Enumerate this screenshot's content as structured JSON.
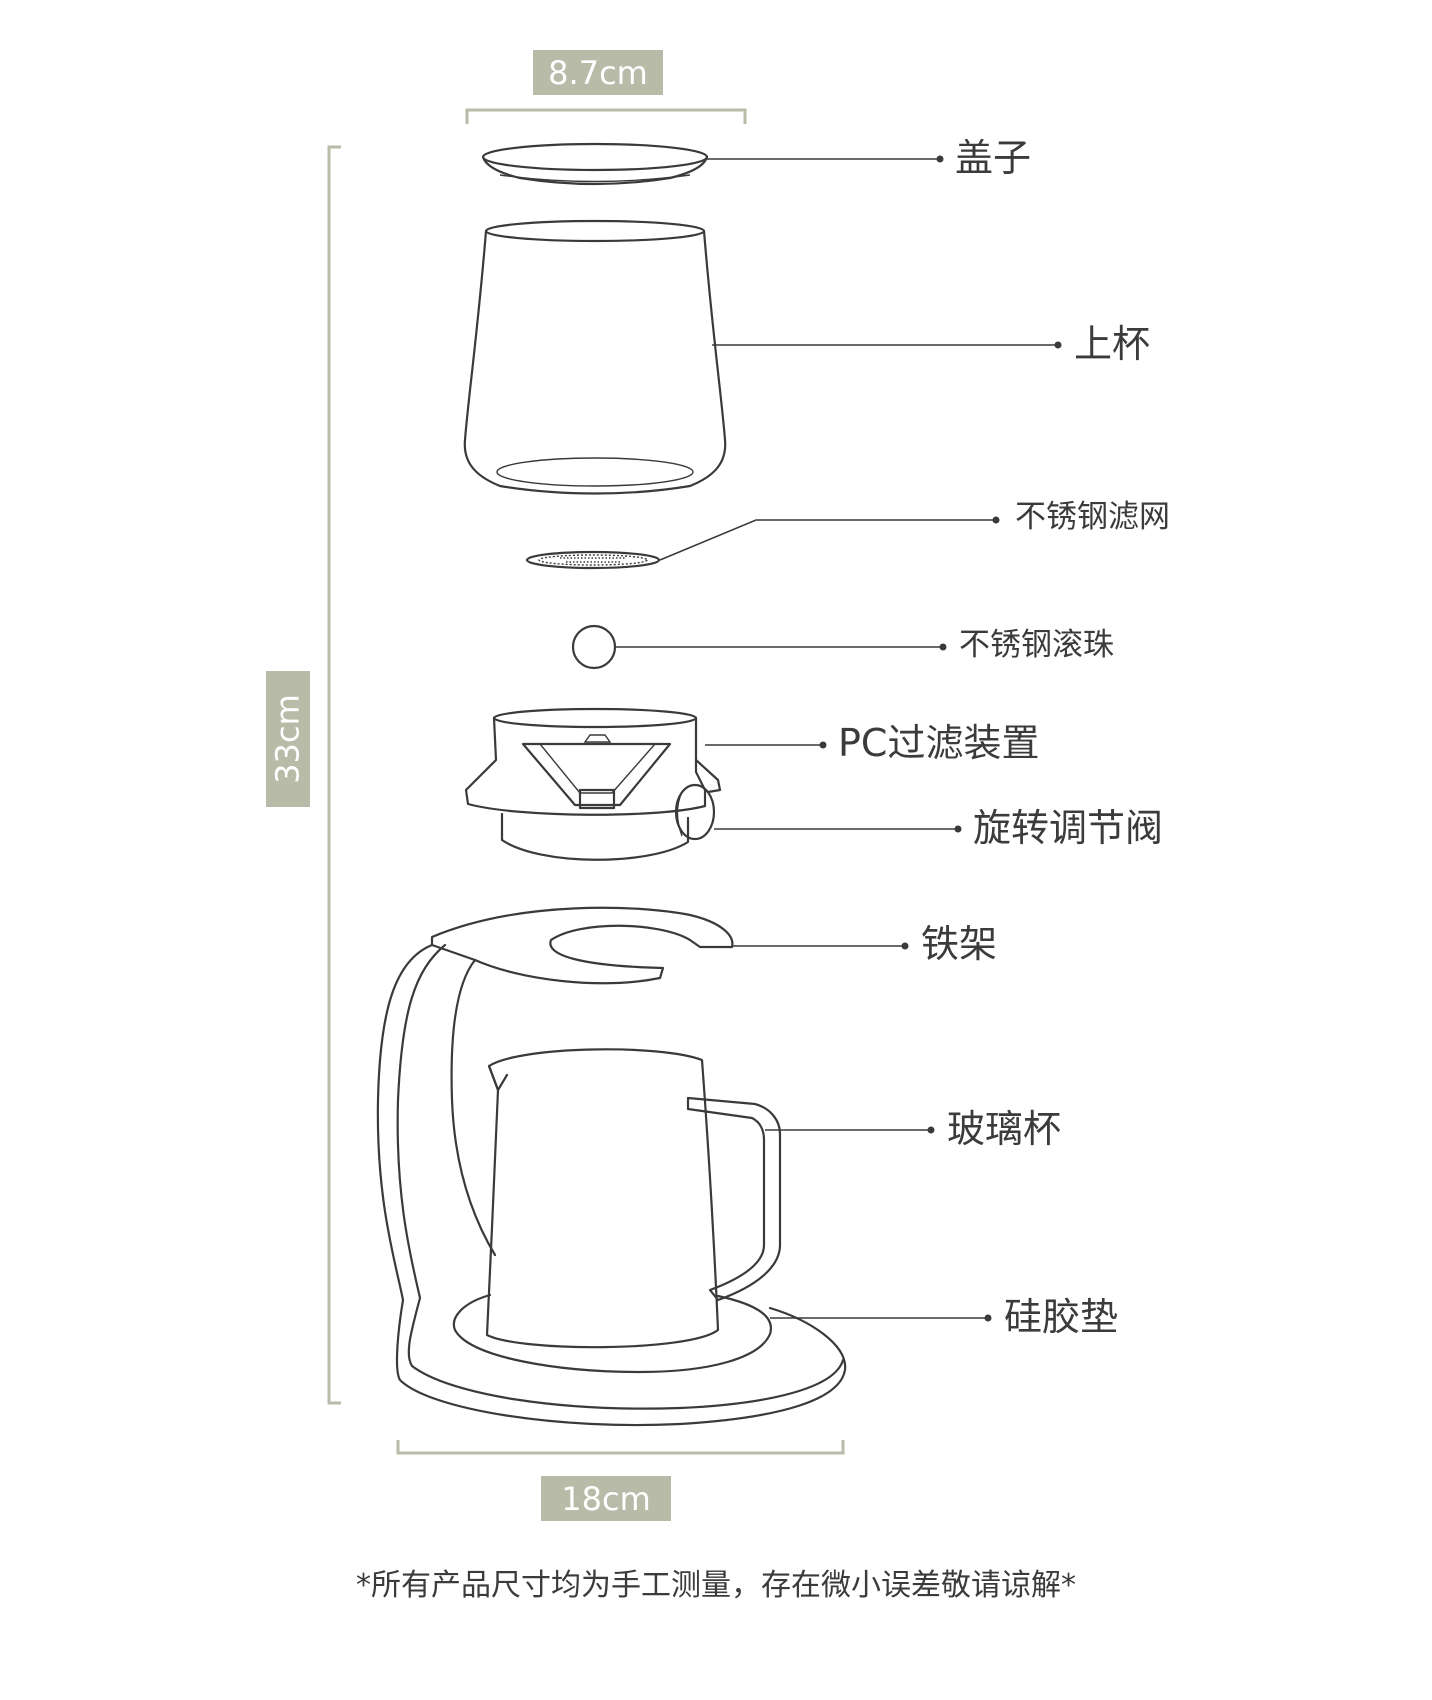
{
  "dimensions": {
    "top_width": "8.7cm",
    "bottom_width": "18cm",
    "height": "33cm"
  },
  "parts": {
    "lid": "盖子",
    "upper_cup": "上杯",
    "steel_filter": "不锈钢滤网",
    "steel_ball": "不锈钢滚珠",
    "pc_filter": "PC过滤装置",
    "valve": "旋转调节阀",
    "iron_stand": "铁架",
    "glass_cup": "玻璃杯",
    "silicone_pad": "硅胶垫"
  },
  "footnote": "*所有产品尺寸均为手工测量，存在微小误差敬请谅解*",
  "colors": {
    "dimension_accent": "#b9bba9",
    "line": "#3a3a3a",
    "text": "#3b3b3b"
  }
}
